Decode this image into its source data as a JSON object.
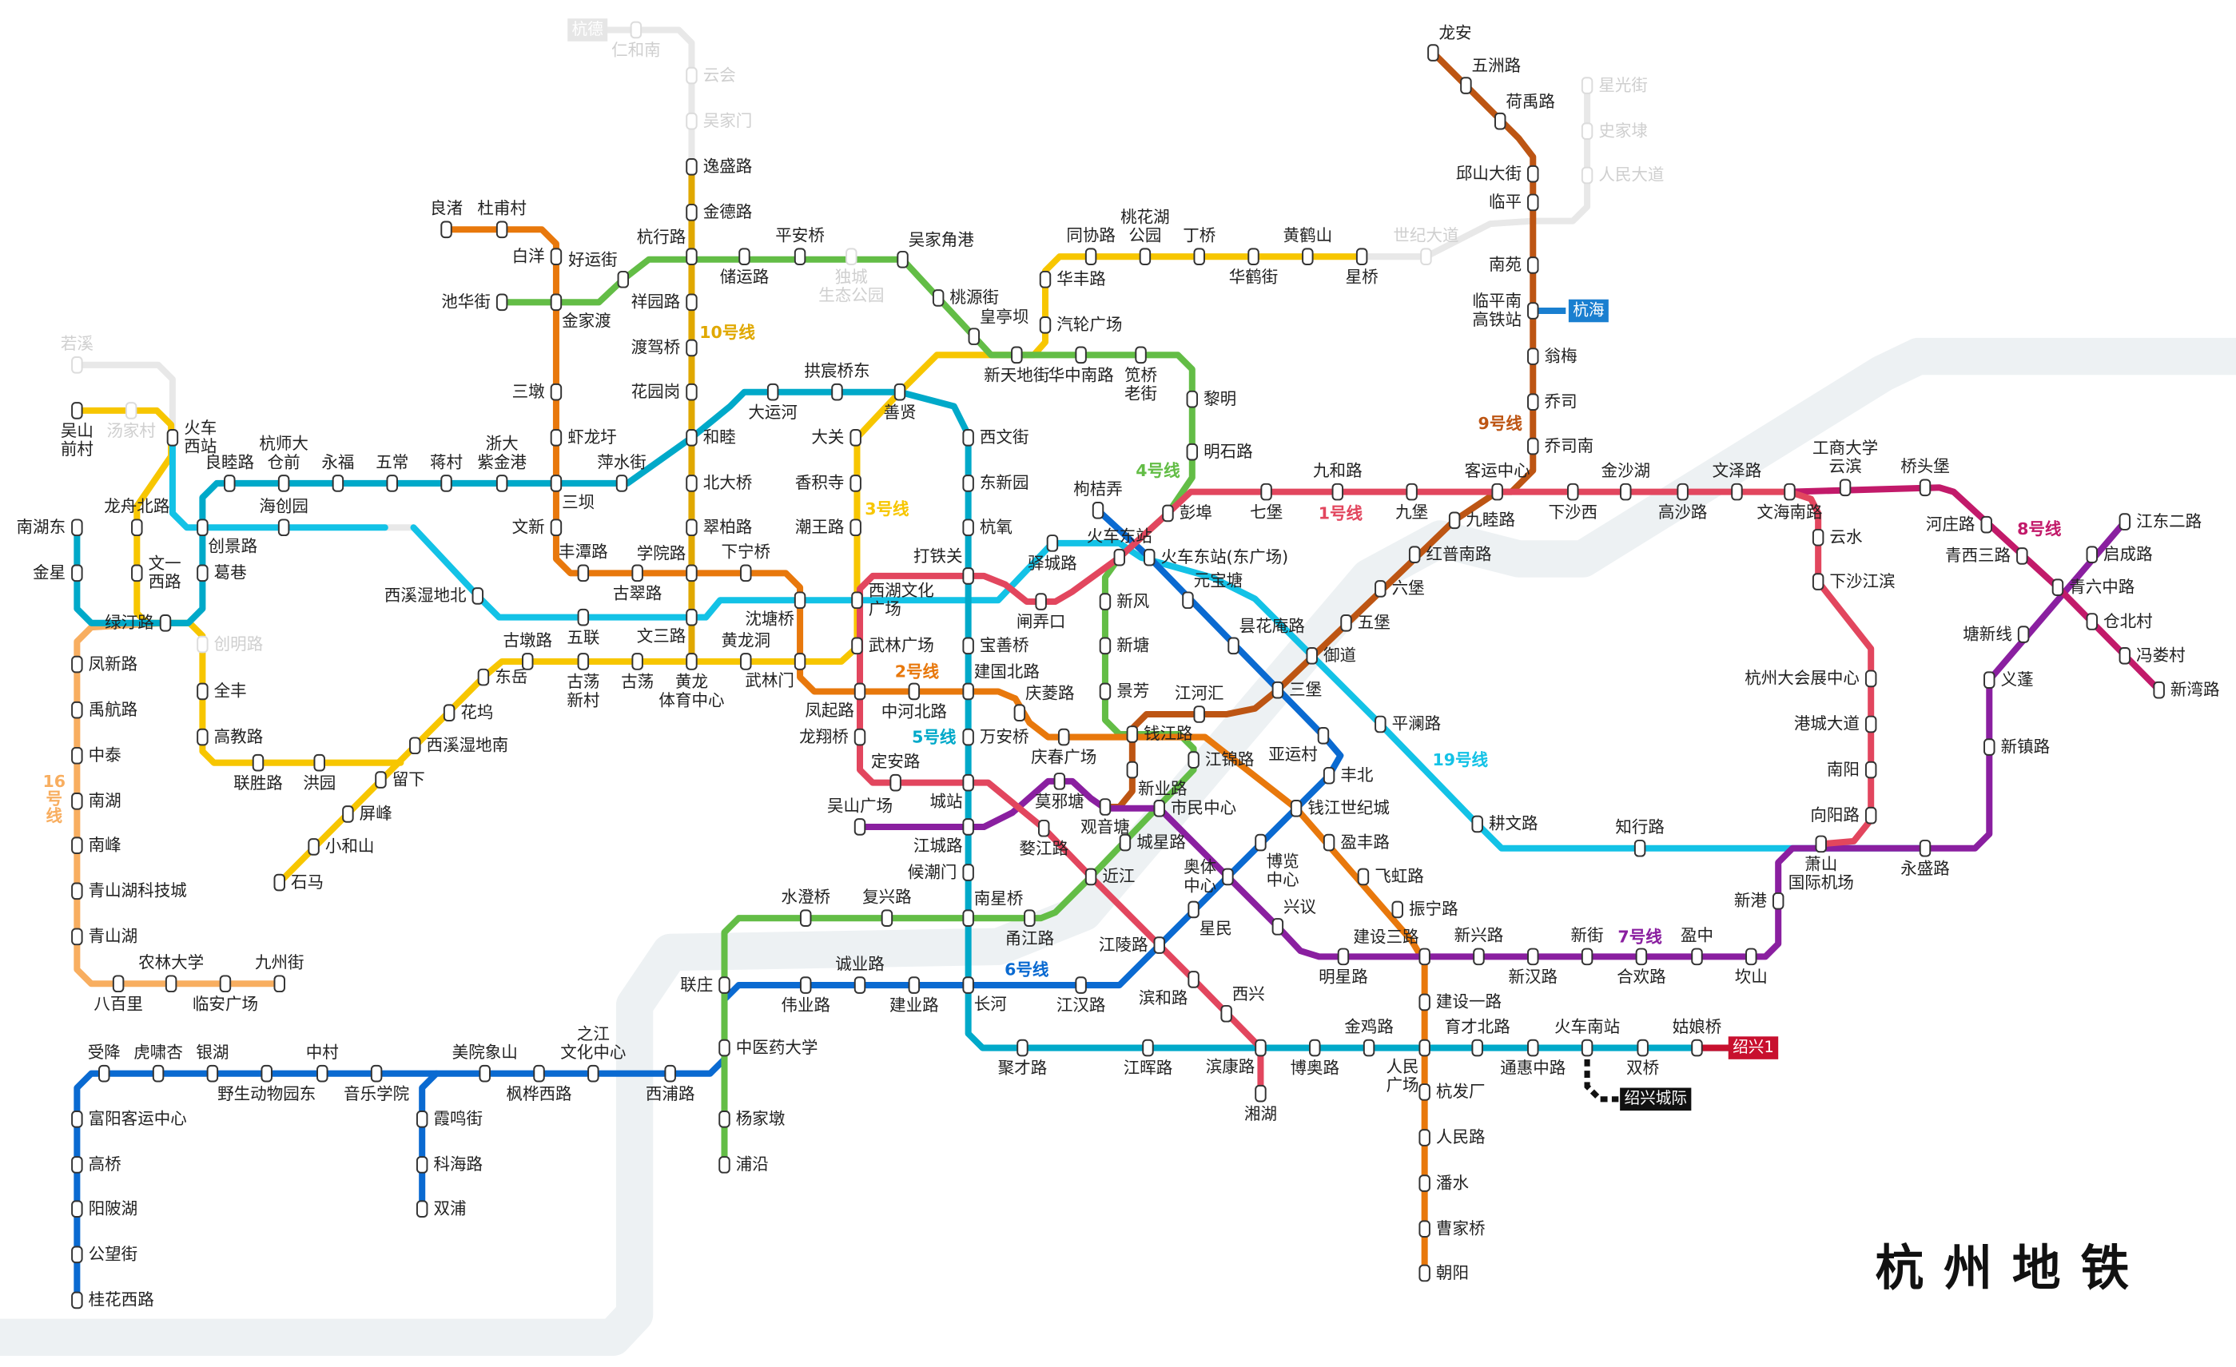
{
  "title": "杭州地铁",
  "lines": [
    {
      "id": "1",
      "label": "1号线",
      "color": "#e2465e"
    },
    {
      "id": "2",
      "label": "2号线",
      "color": "#e8780c"
    },
    {
      "id": "3",
      "label": "3号线",
      "color": "#f7c600"
    },
    {
      "id": "4",
      "label": "4号线",
      "color": "#63bd46"
    },
    {
      "id": "5",
      "label": "5号线",
      "color": "#00a9c9"
    },
    {
      "id": "6",
      "label": "6号线",
      "color": "#0a6ad1"
    },
    {
      "id": "7",
      "label": "7号线",
      "color": "#8a1fa0"
    },
    {
      "id": "8",
      "label": "8号线",
      "color": "#c21a6a"
    },
    {
      "id": "9",
      "label": "9号线",
      "color": "#bd5513"
    },
    {
      "id": "10",
      "label": "10号线",
      "color": "#e0a800"
    },
    {
      "id": "16",
      "label": "16\n号\n线",
      "color": "#f8ae60"
    },
    {
      "id": "19",
      "label": "19号线",
      "color": "#13c2e6"
    }
  ],
  "planned_color": "#e8e8e8",
  "badges": [
    {
      "text": "杭德",
      "color": "#e6e6e6"
    },
    {
      "text": "杭海",
      "color": "#1a7fd0"
    },
    {
      "text": "绍兴1",
      "color": "#c8102e"
    },
    {
      "text": "绍兴城际",
      "color": "#111111"
    }
  ],
  "stations": [
    "良渚",
    "杜甫村",
    "白洋",
    "金家渡",
    "池华街",
    "好运街",
    "杭行路",
    "储运路",
    "平安桥",
    "独城\n生态公园",
    "吴家角港",
    "桃源街",
    "皇亭坝",
    "新天地街",
    "华中南路",
    "笕桥\n老街",
    "黎明",
    "明石路",
    "逸盛路",
    "金德路",
    "祥园路",
    "渡驾桥",
    "花园岗",
    "和睦",
    "北大桥",
    "翠柏路",
    "学院路",
    "文三路",
    "黄龙\n体育中心",
    "三墩",
    "虾龙圩",
    "三坝",
    "文新",
    "丰潭路",
    "古翠路",
    "下宁桥",
    "沈塘桥",
    "武林门",
    "黄龙洞",
    "古荡",
    "古荡\n新村",
    "古墩路",
    "东岳",
    "花坞",
    "西溪湿地南",
    "留下",
    "屏峰",
    "小和山",
    "石马",
    "联胜路",
    "洪园",
    "高教路",
    "全丰",
    "创明路",
    "绿汀路",
    "文一\n西路",
    "龙舟北路",
    "吴山\n前村",
    "汤家村",
    "火车\n西站",
    "若溪",
    "南湖东",
    "金星",
    "葛巷",
    "创景路",
    "海创园",
    "良睦路",
    "杭师大\n仓前",
    "永福",
    "五常",
    "蒋村",
    "浙大\n紫金港",
    "萍水街",
    "大运河",
    "拱宸桥东",
    "善贤",
    "大关",
    "香积寺",
    "潮王路",
    "武林广场",
    "西湖文化\n广场",
    "西溪湿地北",
    "五联",
    "凤起路",
    "中河北路",
    "建国北路",
    "庆菱路",
    "庆春广场",
    "钱江路",
    "龙翔桥",
    "定安路",
    "城站",
    "吴山广场",
    "江城路",
    "候潮门",
    "南星桥",
    "甬江路",
    "复兴路",
    "水澄桥",
    "联庄",
    "中医药大学",
    "杨家墩",
    "浦沿",
    "伟业路",
    "诚业路",
    "建业路",
    "长河",
    "江汉路",
    "江陵路",
    "星民",
    "奥体\n中心",
    "博览\n中心",
    "钱江世纪城",
    "丰北",
    "亚运村",
    "三堡",
    "昙花庵路",
    "元宝塘",
    "火车东站(东广场)",
    "枸桔弄",
    "火车东站",
    "驿城路",
    "闸弄口",
    "打铁关",
    "杭氧",
    "东新园",
    "西文街",
    "宝善桥",
    "万安桥",
    "新风",
    "新塘",
    "景芳",
    "江河汇",
    "新业路",
    "江锦路",
    "莫邪塘",
    "观音塘",
    "市民中心",
    "城星路",
    "近江",
    "婺江路",
    "滨和路",
    "西兴",
    "滨康路",
    "湘湖",
    "兴议",
    "明星路",
    "建设三路",
    "盈丰路",
    "飞虹路",
    "振宁路",
    "平澜路",
    "耕文路",
    "知行路",
    "永盛路",
    "萧山\n国际机场",
    "向阳路",
    "南阳",
    "港城大道",
    "杭州大会展中心",
    "下沙江滨",
    "云水",
    "文海南路",
    "文泽路",
    "高沙路",
    "金沙湖",
    "下沙西",
    "客运中心",
    "九堡",
    "九和路",
    "七堡",
    "彭埠",
    "九睦路",
    "红普南路",
    "六堡",
    "五堡",
    "御道",
    "乔司南",
    "乔司",
    "翁梅",
    "临平南\n高铁站",
    "南苑",
    "临平",
    "邱山大街",
    "荷禹路",
    "五洲路",
    "龙安",
    "星光街",
    "史家埭",
    "人民大道",
    "世纪大道",
    "星桥",
    "黄鹤山",
    "华鹤街",
    "丁桥",
    "桃花湖\n公园",
    "同协路",
    "华丰路",
    "汽轮广场",
    "工商大学\n云滨",
    "桥头堡",
    "河庄路",
    "青西三路",
    "青六中路",
    "仓北村",
    "冯娄村",
    "新湾路",
    "江东二路",
    "启成路",
    "塘新线",
    "义蓬",
    "新镇路",
    "新港",
    "坎山",
    "盈中",
    "合欢路",
    "新街",
    "新汉路",
    "新兴路",
    "建设一路",
    "人民\n广场",
    "杭发厂",
    "人民路",
    "潘水",
    "曹家桥",
    "朝阳",
    "金鸡路",
    "博奥路",
    "江晖路",
    "聚才路",
    "育才北路",
    "通惠中路",
    "火车南站",
    "双桥",
    "姑娘桥",
    "桂花西路",
    "公望街",
    "阳陂湖",
    "高桥",
    "富阳客运中心",
    "受降",
    "虎啸杏",
    "银湖",
    "野生动物园东",
    "中村",
    "音乐学院",
    "美院象山",
    "枫桦西路",
    "之江\n文化中心",
    "西浦路",
    "霞鸣街",
    "科海路",
    "双浦",
    "凤新路",
    "禹航路",
    "中泰",
    "南湖",
    "南峰",
    "青山湖科技城",
    "青山湖",
    "八百里",
    "农林大学",
    "临安广场",
    "九州街",
    "仁和南",
    "云会",
    "吴家门"
  ]
}
